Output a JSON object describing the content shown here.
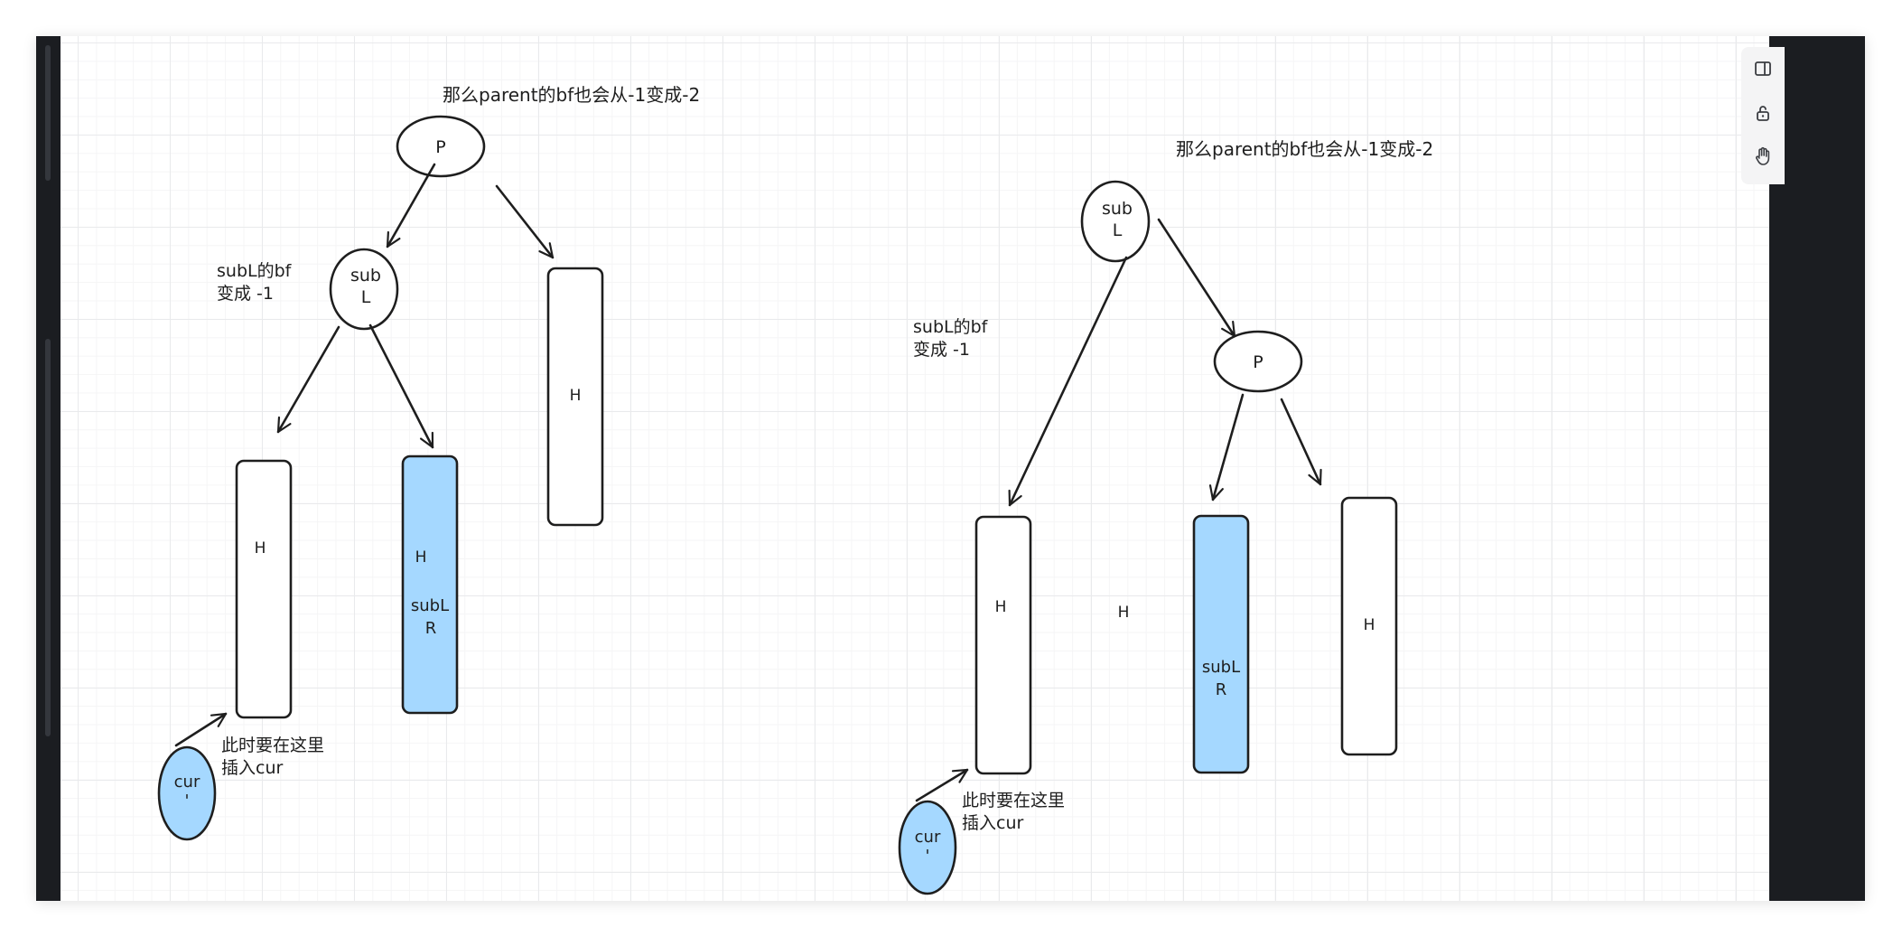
{
  "colors": {
    "highlight_fill": "#a5d8ff",
    "ink": "#1e1e1e",
    "canvas_bg": "#ffffff",
    "chrome_dark": "#1b1d21"
  },
  "toolbar": {
    "buttons": [
      {
        "icon": "sidebar-panel-icon"
      },
      {
        "icon": "unlock-icon"
      },
      {
        "icon": "hand-icon"
      }
    ]
  },
  "diagram_left": {
    "annotation_top": "那么parent的bf也会从-1变成-2",
    "node_p": "P",
    "node_subl_line1": "sub",
    "node_subl_line2": "L",
    "note_subl_line1": "subL的bf",
    "note_subl_line2": "变成 -1",
    "bar_h_right": "H",
    "bar_h_left": "H",
    "bar_subl_r_h": "H",
    "bar_subl_r_line1": "subL",
    "bar_subl_r_line2": "R",
    "cur_line1": "cur",
    "cur_line2": "'",
    "note_insert_line1": "此时要在这里",
    "note_insert_line2": "插入cur"
  },
  "diagram_right": {
    "annotation_top": "那么parent的bf也会从-1变成-2",
    "node_subl_line1": "sub",
    "node_subl_line2": "L",
    "node_p": "P",
    "note_subl_line1": "subL的bf",
    "note_subl_line2": "变成 -1",
    "bar_h_left": "H",
    "free_h": "H",
    "bar_subl_r_line1": "subL",
    "bar_subl_r_line2": "R",
    "bar_h_right": "H",
    "cur_line1": "cur",
    "cur_line2": "'",
    "note_insert_line1": "此时要在这里",
    "note_insert_line2": "插入cur"
  }
}
